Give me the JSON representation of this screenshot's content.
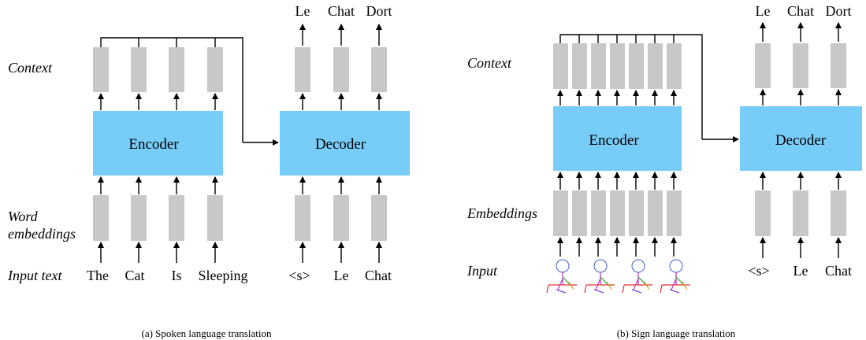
{
  "panel_a": {
    "row_labels": {
      "context": "Context",
      "word_embeddings_1": "Word",
      "word_embeddings_2": "embeddings",
      "input": "Input text"
    },
    "encoder_label": "Encoder",
    "decoder_label": "Decoder",
    "encoder_inputs": [
      "The",
      "Cat",
      "Is",
      "Sleeping"
    ],
    "decoder_inputs": [
      "<s>",
      "Le",
      "Chat"
    ],
    "decoder_outputs": [
      "Le",
      "Chat",
      "Dort"
    ],
    "caption": "(a) Spoken language translation"
  },
  "panel_b": {
    "row_labels": {
      "context": "Context",
      "embeddings": "Embeddings",
      "input": "Input"
    },
    "encoder_label": "Encoder",
    "decoder_label": "Decoder",
    "decoder_inputs": [
      "<s>",
      "Le",
      "Chat"
    ],
    "decoder_outputs": [
      "Le",
      "Chat",
      "Dort"
    ],
    "caption": "(b) Sign language translation"
  },
  "colors": {
    "block": "#78ccf8",
    "vector": "#c8c8c8",
    "pose_figure": "#c040c0"
  },
  "icons": [
    "pose-figure-icon"
  ]
}
